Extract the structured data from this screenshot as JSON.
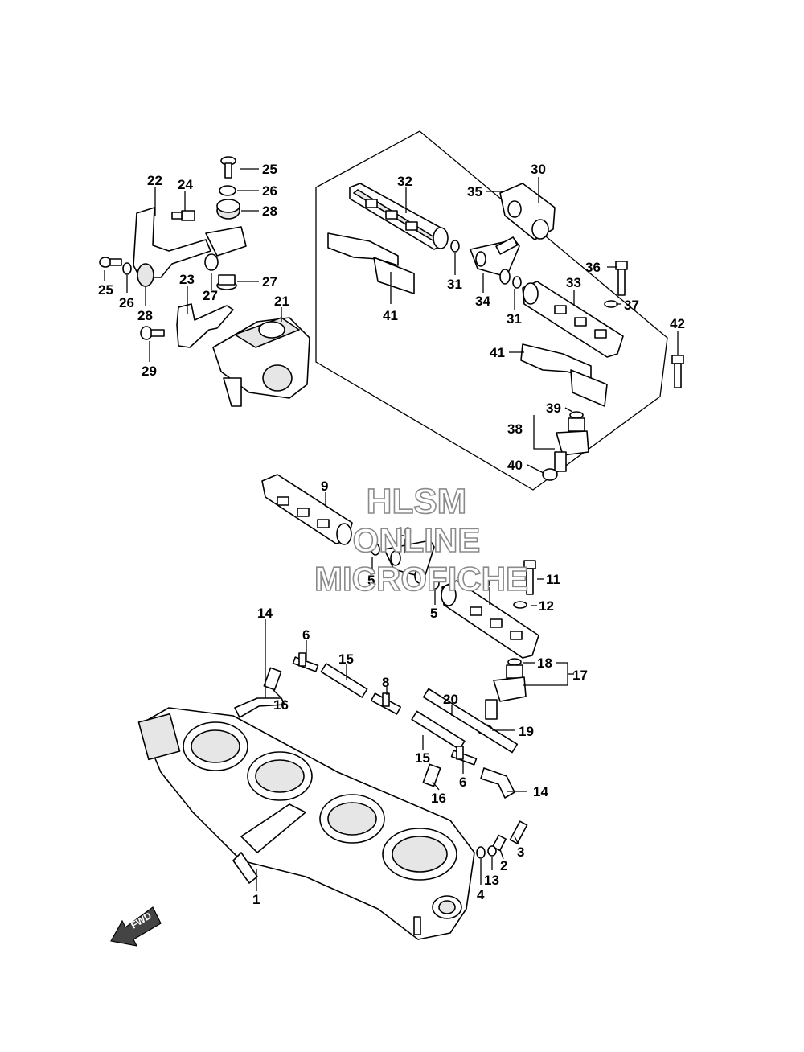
{
  "watermark": {
    "line1": "HLSM",
    "line2": "ONLINE",
    "line3": "MICROFICHE"
  },
  "direction_badge": "FWD",
  "callouts": [
    "1",
    "2",
    "3",
    "4",
    "5",
    "5",
    "6",
    "6",
    "7",
    "8",
    "9",
    "10",
    "11",
    "12",
    "13",
    "14",
    "14",
    "15",
    "15",
    "16",
    "16",
    "17",
    "18",
    "19",
    "20",
    "21",
    "22",
    "23",
    "24",
    "25",
    "25",
    "26",
    "26",
    "27",
    "27",
    "28",
    "28",
    "29",
    "30",
    "31",
    "31",
    "32",
    "33",
    "34",
    "35",
    "36",
    "37",
    "38",
    "39",
    "40",
    "41",
    "41",
    "42"
  ]
}
